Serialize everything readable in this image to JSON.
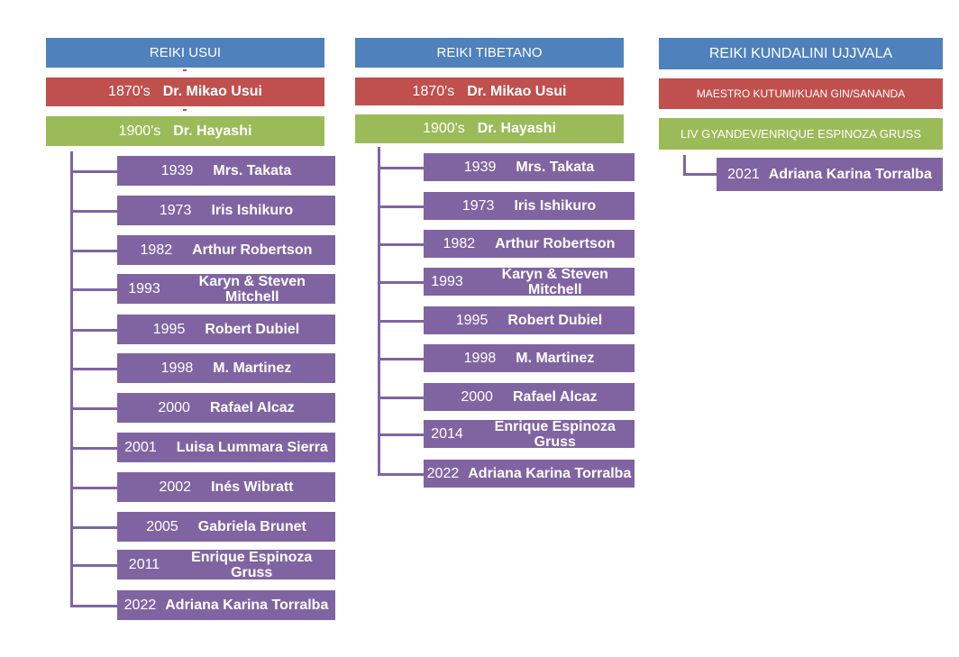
{
  "columns": [
    {
      "title": "REIKI USUI",
      "level1": {
        "year": "1870's",
        "name": "Dr. Mikao Usui"
      },
      "level2": {
        "year": "1900's",
        "name": "Dr. Hayashi"
      },
      "items": [
        {
          "year": "1939",
          "name": "Mrs. Takata"
        },
        {
          "year": "1973",
          "name": "Iris Ishikuro"
        },
        {
          "year": "1982",
          "name": "Arthur Robertson"
        },
        {
          "year": "1993",
          "name": "Karyn & Steven Mitchell"
        },
        {
          "year": "1995",
          "name": "Robert Dubiel"
        },
        {
          "year": "1998",
          "name": "M. Martinez"
        },
        {
          "year": "2000",
          "name": "Rafael Alcaz"
        },
        {
          "year": "2001",
          "name": "Luisa Lummara Sierra"
        },
        {
          "year": "2002",
          "name": "Inés Wibratt"
        },
        {
          "year": "2005",
          "name": "Gabriela Brunet"
        },
        {
          "year": "2011",
          "name": "Enrique Espinoza Gruss"
        },
        {
          "year": "2022",
          "name": "Adriana Karina Torralba"
        }
      ]
    },
    {
      "title": "REIKI TIBETANO",
      "level1": {
        "year": "1870's",
        "name": "Dr. Mikao Usui"
      },
      "level2": {
        "year": "1900's",
        "name": "Dr. Hayashi"
      },
      "items": [
        {
          "year": "1939",
          "name": "Mrs. Takata"
        },
        {
          "year": "1973",
          "name": "Iris Ishikuro"
        },
        {
          "year": "1982",
          "name": "Arthur Robertson"
        },
        {
          "year": "1993",
          "name": "Karyn & Steven Mitchell"
        },
        {
          "year": "1995",
          "name": "Robert Dubiel"
        },
        {
          "year": "1998",
          "name": "M. Martinez"
        },
        {
          "year": "2000",
          "name": "Rafael Alcaz"
        },
        {
          "year": "2014",
          "name": "Enrique Espinoza Gruss"
        },
        {
          "year": "2022",
          "name": "Adriana Karina Torralba"
        }
      ]
    },
    {
      "title": "REIKI KUNDALINI UJJVALA",
      "level1": {
        "name": "MAESTRO KUTUMI/KUAN GIN/SANANDA"
      },
      "level2": {
        "name": "LIV GYANDEV/ENRIQUE ESPINOZA GRUSS"
      },
      "items": [
        {
          "year": "2021",
          "name": "Adriana Karina Torralba"
        }
      ]
    }
  ]
}
